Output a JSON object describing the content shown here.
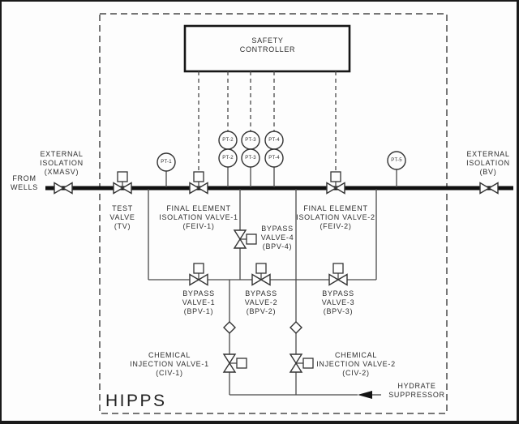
{
  "system": {
    "name_label": "HIPPS",
    "controller_label": "SAFETY\nCONTROLLER",
    "inlet_label": "FROM\nWELLS"
  },
  "valves": {
    "xmasv": "EXTERNAL\nISOLATION\n(XMASV)",
    "tv": "TEST\nVALVE\n(TV)",
    "feiv1": "FINAL ELEMENT\nISOLATION VALVE-1\n(FEIV-1)",
    "feiv2": "FINAL ELEMENT\nISOLATION VALVE-2\n(FEIV-2)",
    "bv": "EXTERNAL\nISOLATION\n(BV)",
    "bpv1": "BYPASS\nVALVE-1\n(BPV-1)",
    "bpv2": "BYPASS\nVALVE-2\n(BPV-2)",
    "bpv3": "BYPASS\nVALVE-3\n(BPV-3)",
    "bpv4": "BYPASS\nVALVE-4\n(BPV-4)",
    "civ1": "CHEMICAL\nINJECTION VALVE-1\n(CIV-1)",
    "civ2": "CHEMICAL\nINJECTION VALVE-2\n(CIV-2)"
  },
  "transmitters": {
    "pt1": "PT-1",
    "pt2": "PT-2",
    "pt3": "PT-3",
    "pt4": "PT-4",
    "pt5": "PT-5"
  },
  "annotations": {
    "hydrate_suppressor": "HYDRATE\nSUPPRESSOR"
  },
  "colors": {
    "pipe": "#101010",
    "line": "#4a4a4a",
    "symbol_stroke": "#333333",
    "text": "#2e2e2e",
    "background": "#fdfdfd"
  }
}
